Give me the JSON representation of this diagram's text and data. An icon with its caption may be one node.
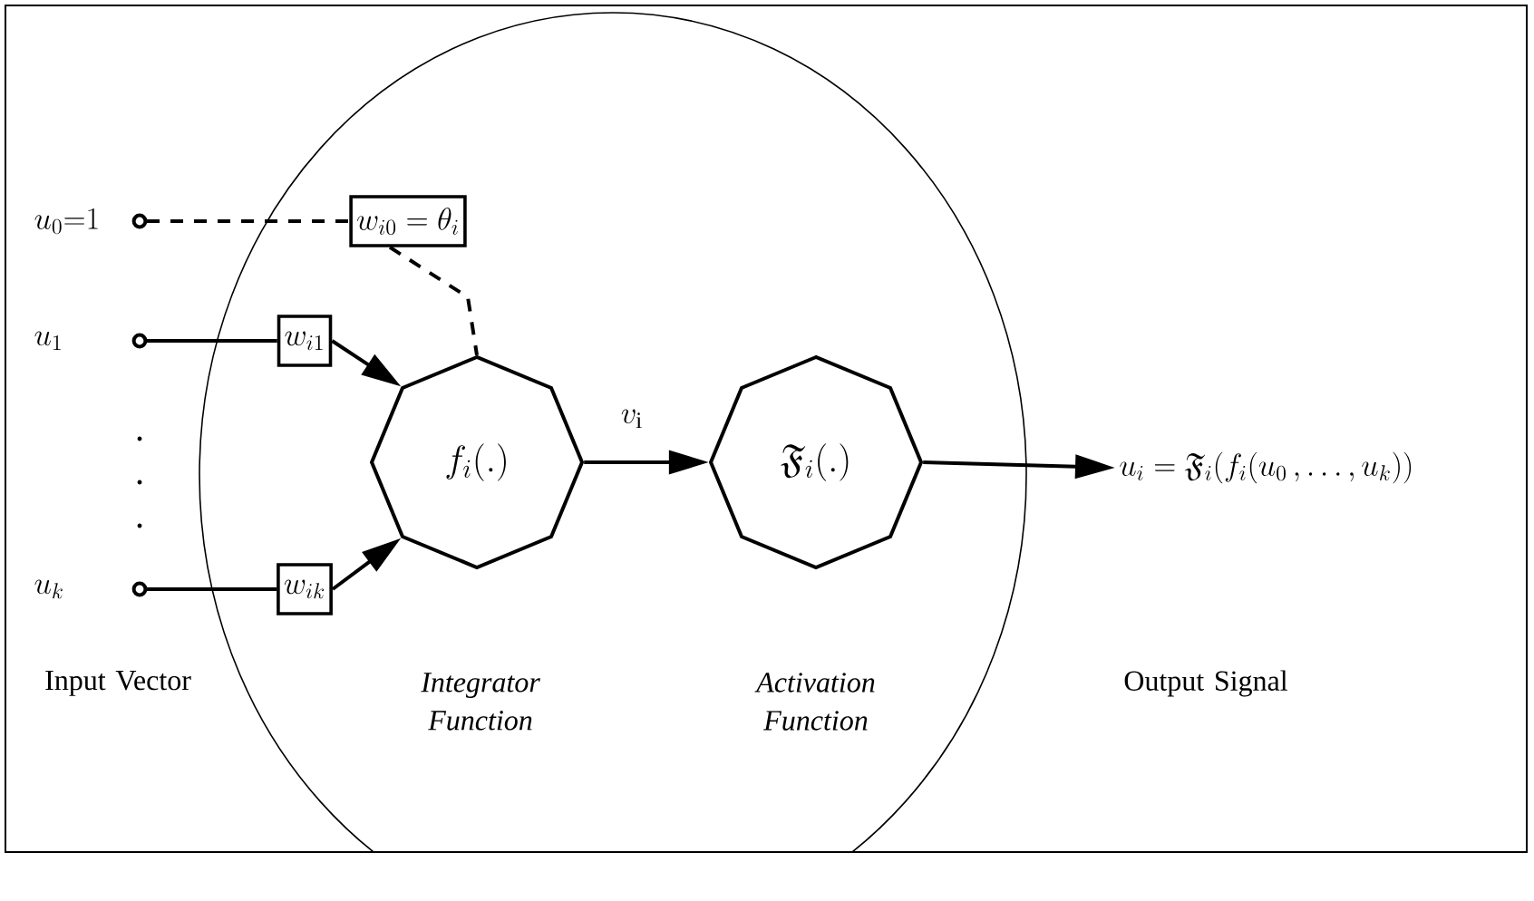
{
  "diagram": {
    "nodes": [
      {
        "text": [
          "u_0{=}1"
        ]
      },
      {
        "text": [
          "u_1"
        ]
      },
      {
        "text": [
          "u_k"
        ]
      },
      {
        "text": [
          "w_{i0} = \\theta_i"
        ]
      },
      {
        "text": [
          "w_{i1}"
        ]
      },
      {
        "text": [
          "w_{ik}"
        ]
      },
      {
        "text": [
          "f_i(.)"
        ]
      },
      {
        "text": [
          "\\mathfrak{F}_i(.)"
        ]
      },
      {
        "text": [
          "u_i = \\mathfrak{F}_i(f_i(u_0\\,, \\ldots, u_k))"
        ]
      }
    ],
    "edges": [
      {
        "from": 0,
        "to": 3,
        "arrow": "none",
        "style": "dashed"
      },
      {
        "from": 3,
        "to": 6,
        "arrow": "none",
        "style": "dashed"
      },
      {
        "from": 1,
        "to": 4,
        "arrow": "none"
      },
      {
        "from": 4,
        "to": 6,
        "arrow": "to"
      },
      {
        "from": 2,
        "to": 5,
        "arrow": "none"
      },
      {
        "from": 5,
        "to": 6,
        "arrow": "to"
      },
      {
        "from": 6,
        "to": 7,
        "arrow": "to",
        "label": "v_\\mathrm{i}"
      },
      {
        "from": 7,
        "to": 8,
        "arrow": "to"
      }
    ],
    "labels": [
      "Input Vector",
      "Integrator Function",
      "Activation Function",
      "Output Signal"
    ]
  }
}
